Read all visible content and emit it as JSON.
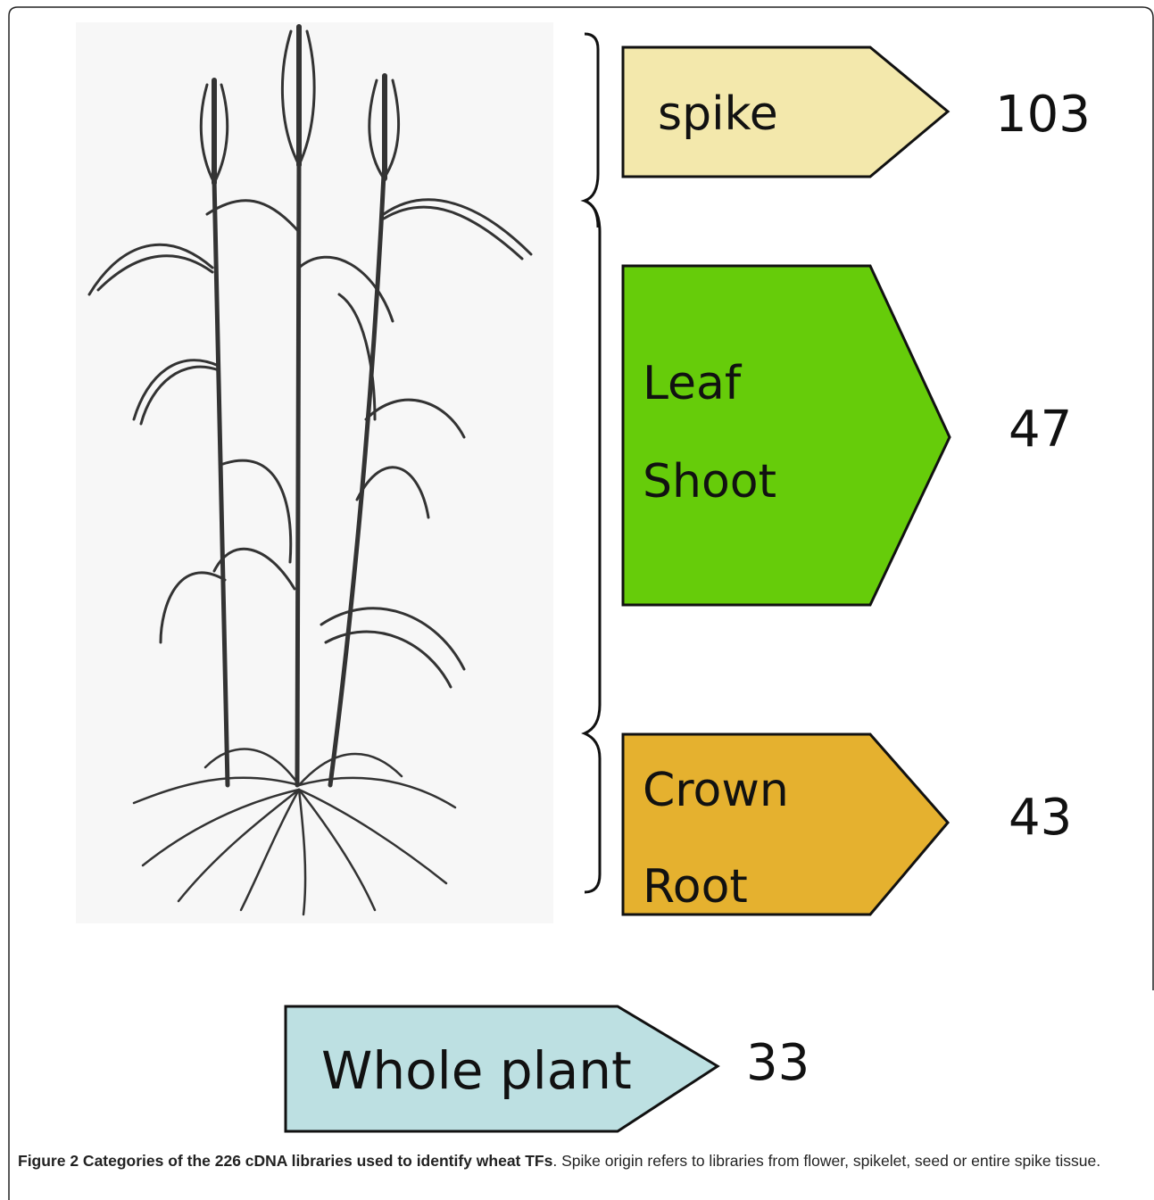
{
  "categories": [
    {
      "id": "spike",
      "lines": [
        "spike"
      ],
      "count": "103",
      "color": "#f3e8ac"
    },
    {
      "id": "leaf-shoot",
      "lines": [
        "Leaf",
        "Shoot"
      ],
      "count": "47",
      "color": "#66cc0a"
    },
    {
      "id": "crown-root",
      "lines": [
        "Crown",
        "Root"
      ],
      "count": "43",
      "color": "#e5b12f"
    },
    {
      "id": "whole-plant",
      "lines": [
        "Whole plant"
      ],
      "count": "33",
      "color": "#bde0e2"
    }
  ],
  "caption": {
    "bold": "Figure 2 Categories of the 226 cDNA libraries used to identify wheat TFs",
    "rest": ". Spike origin refers to libraries from flower, spikelet, seed or entire spike tissue."
  }
}
